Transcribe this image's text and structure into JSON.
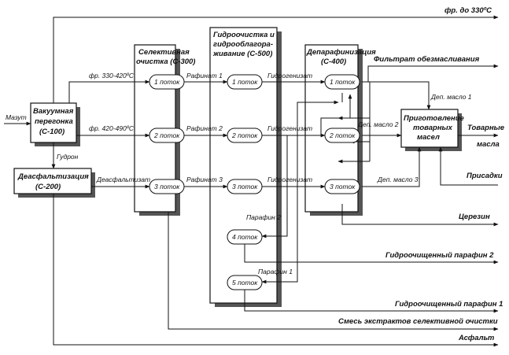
{
  "units": {
    "vacuum": [
      "Вакуумная",
      "перегонка",
      "(С-100)"
    ],
    "deasphalt": [
      "Деасфальтизация",
      "(С-200)"
    ],
    "selective": [
      "Селективная",
      "очистка (С-300)"
    ],
    "hydro": [
      "Гидроочистка и",
      "гидрооблагора-",
      "живание (С-500)"
    ],
    "dewax": [
      "Депарафинизация",
      "(С-400)"
    ],
    "blending": [
      "Приготовление",
      "товарных",
      "масел"
    ]
  },
  "pills": {
    "sel_1": "1 поток",
    "sel_2": "2 поток",
    "sel_3": "3 поток",
    "hyd_1": "1 поток",
    "hyd_2": "2 поток",
    "hyd_3": "3 поток",
    "hyd_4": "4 поток",
    "hyd_5": "5 поток",
    "dew_1": "1 поток",
    "dew_2": "2 поток",
    "dew_3": "3 поток"
  },
  "streams": {
    "mazut": "Мазут",
    "frac_330_420": "фр. 330-420ºС",
    "frac_420_490": "фр. 420-490ºС",
    "frac_to_330": "фр. до 330ºС",
    "gudron": "Гудрон",
    "deasphaltizate": "Деасфальтизат",
    "raffinate_1": "Рафинат 1",
    "raffinate_2": "Рафинат 2",
    "raffinate_3": "Рафинат 3",
    "hydrogenizate_1": "Гидрогенизат",
    "hydrogenizate_2": "Гидрогенизат",
    "hydrogenizate_3": "Гидрогенизат",
    "dewaxing_filtrate": "Фильтрат обезмасливания",
    "dep_oil_1": "Деп. масло 1",
    "dep_oil_2": "Деп. масло 2",
    "dep_oil_3": "Деп. масло 3",
    "commercial_oils_1": "Товарные",
    "commercial_oils_2": "масла",
    "additives": "Присадки",
    "ceresin": "Церезин",
    "paraffin_2": "Парафин 2",
    "paraffin_1": "Парафин 1",
    "hydrotreated_paraffin_2": "Гидроочищенный парафин 2",
    "hydrotreated_paraffin_1": "Гидроочищенный парафин 1",
    "selective_extracts": "Смесь экстрактов селективной очистки",
    "asphalt": "Асфальт"
  }
}
